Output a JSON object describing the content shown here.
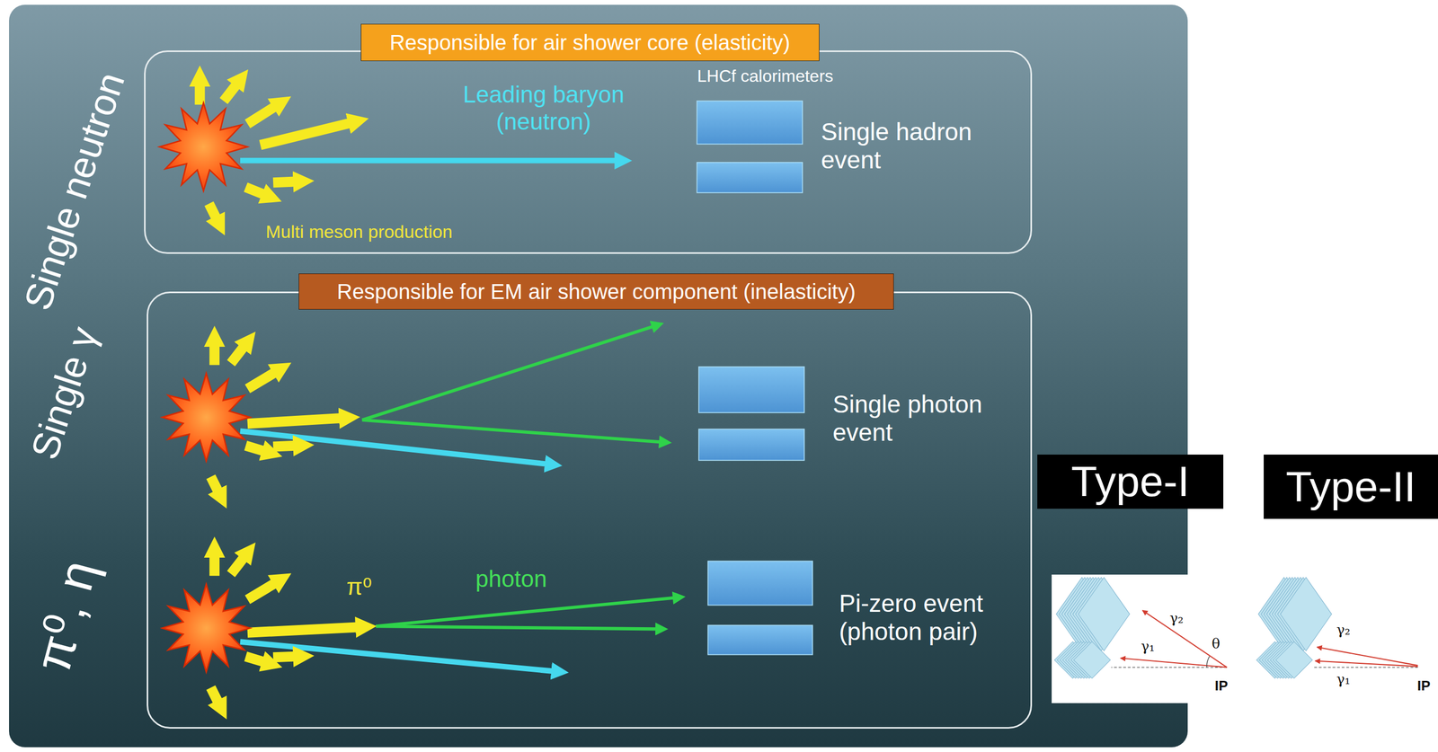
{
  "diagram": {
    "nodes": [
      {
        "text": [
          "Single neutron",
          "Single γ",
          "π⁰, η"
        ]
      },
      {
        "text": [
          "Responsible for air shower core (elasticity)",
          "Leading baryon (neutron)",
          "LHCf calorimeters",
          "Single hadron event",
          "Multi meson production"
        ],
        "in": 0
      },
      {
        "text": [
          "Responsible for EM air shower component (inelasticity)",
          "Single photon event",
          "π⁰",
          "photon",
          "Pi-zero event (photon pair)"
        ],
        "in": 0
      },
      {
        "text": [
          "Type-I"
        ]
      },
      {
        "text": [
          "γ₂",
          "γ₁",
          "θ",
          "IP"
        ]
      },
      {
        "text": [
          "Type-II"
        ]
      },
      {
        "text": [
          "γ₂",
          "γ₁",
          "IP"
        ]
      }
    ]
  }
}
